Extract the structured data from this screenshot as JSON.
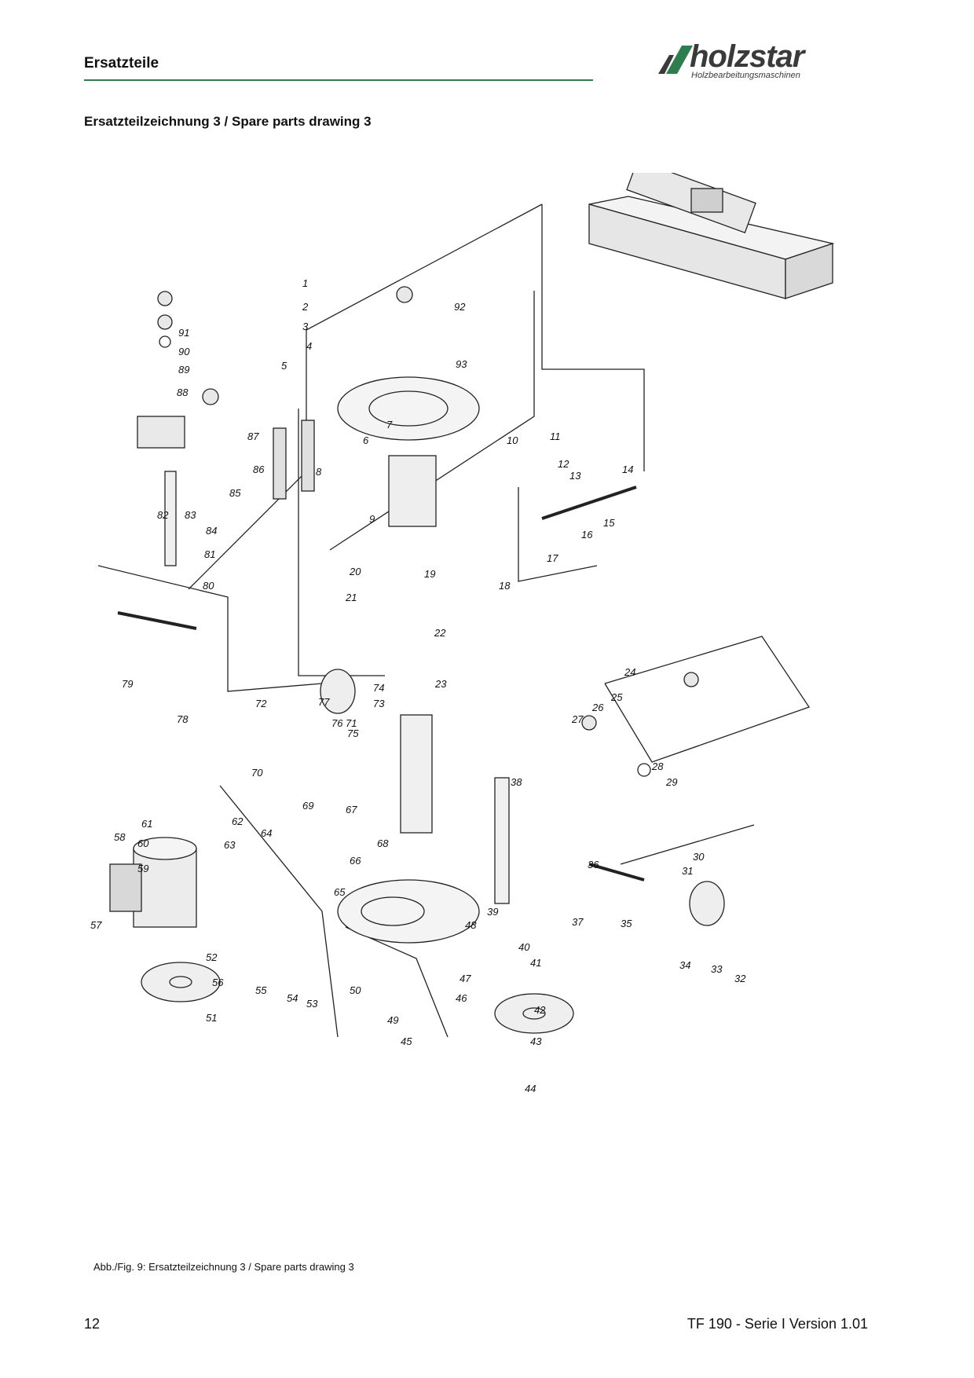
{
  "header": {
    "title": "Ersatzteile"
  },
  "logo": {
    "brand": "holzstar",
    "tagline": "Holzbearbeitungsmaschinen"
  },
  "section": {
    "title": "Ersatzteilzeichnung 3 / Spare parts drawing 3"
  },
  "drawing": {
    "part_labels": [
      "1",
      "2",
      "3",
      "4",
      "5",
      "6",
      "7",
      "8",
      "9",
      "10",
      "11",
      "12",
      "13",
      "14",
      "15",
      "16",
      "17",
      "18",
      "19",
      "20",
      "21",
      "22",
      "23",
      "24",
      "25",
      "26",
      "27",
      "28",
      "29",
      "30",
      "31",
      "32",
      "33",
      "34",
      "35",
      "36",
      "37",
      "38",
      "39",
      "40",
      "41",
      "42",
      "43",
      "44",
      "45",
      "46",
      "47",
      "48",
      "49",
      "50",
      "51",
      "52",
      "53",
      "54",
      "55",
      "56",
      "57",
      "58",
      "59",
      "60",
      "61",
      "62",
      "63",
      "64",
      "65",
      "66",
      "67",
      "68",
      "69",
      "70",
      "71",
      "72",
      "73",
      "74",
      "75",
      "76",
      "77",
      "78",
      "79",
      "80",
      "81",
      "82",
      "83",
      "84",
      "85",
      "86",
      "87",
      "88",
      "89",
      "90",
      "91",
      "92",
      "93"
    ]
  },
  "caption": {
    "text": "Abb./Fig.  9: Ersatzteilzeichnung 3 / Spare parts drawing 3"
  },
  "footer": {
    "page_number": "12",
    "document": "TF 190 - Serie I Version 1.01"
  },
  "colors": {
    "rule": "#2e7d4f",
    "logo_mark": "#2e7d4f"
  }
}
